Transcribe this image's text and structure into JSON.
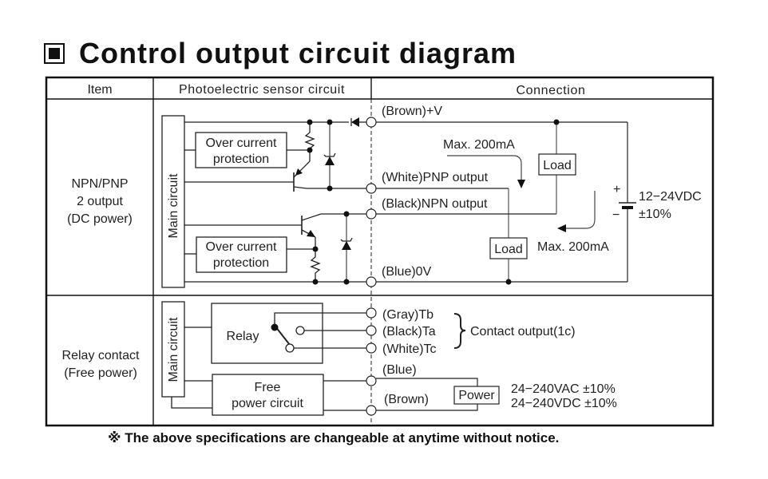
{
  "title": "Control output circuit diagram",
  "table": {
    "headers": {
      "item": "Item",
      "sensor": "Photoelectric sensor circuit",
      "connection": "Connection"
    },
    "rows": [
      {
        "item": [
          "NPN/PNP",
          "2 output",
          "(DC power)"
        ],
        "sensor": {
          "main_circuit": "Main circuit",
          "ocp_top": [
            "Over current",
            "protection"
          ],
          "ocp_bottom": [
            "Over current",
            "protection"
          ]
        },
        "connection": {
          "brown": "(Brown)+V",
          "white": "(White)PNP output",
          "black": "(Black)NPN output",
          "blue": "(Blue)0V",
          "max_top": "Max. 200mA",
          "max_bottom": "Max. 200mA",
          "load_top": "Load",
          "load_bottom": "Load",
          "plus": "+",
          "minus": "−",
          "supply": [
            "12−24VDC",
            "±10%"
          ]
        }
      },
      {
        "item": [
          "Relay contact",
          "(Free power)"
        ],
        "sensor": {
          "main_circuit": "Main circuit",
          "relay": "Relay",
          "free_power": [
            "Free",
            "power circuit"
          ]
        },
        "connection": {
          "gray": "(Gray)Tb",
          "black": "(Black)Ta",
          "white": "(White)Tc",
          "contact": "Contact output(1c)",
          "blue": "(Blue)",
          "brown": "(Brown)",
          "power": "Power",
          "supply": [
            "24−240VAC ±10%",
            "24−240VDC ±10%"
          ]
        }
      }
    ]
  },
  "footnote": "※ The above specifications are changeable at anytime without notice.",
  "colors": {
    "line": "#222222",
    "wire": "#333333",
    "gray_wire": "#666666"
  }
}
